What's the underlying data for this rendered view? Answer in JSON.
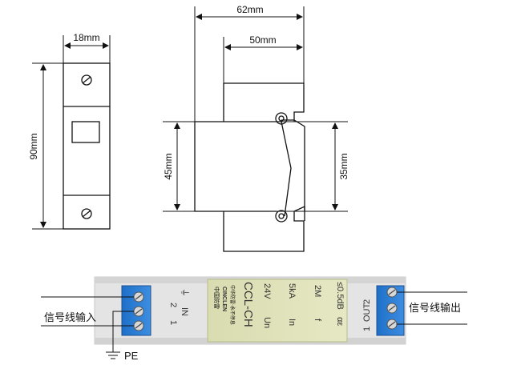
{
  "dims": {
    "width_top": "18mm",
    "height": "90mm",
    "depth_total": "62mm",
    "depth_inner": "50mm",
    "rail_outer": "45mm",
    "rail_inner": "35mm"
  },
  "device": {
    "brand_cn": "中国防雷",
    "brand_en": "CINCLEN",
    "slogan_cn": "中华防雷·永不停息",
    "model": "CCL-CH",
    "specs": [
      {
        "label": "Un",
        "value": "24V"
      },
      {
        "label": "In",
        "value": "5kA"
      },
      {
        "label": "f",
        "value": "2M"
      },
      {
        "label": "αε",
        "value": "≤0.5dB"
      }
    ],
    "left_port": {
      "num1": "1",
      "num2": "2",
      "ground_symbol": "⏚",
      "name": "IN"
    },
    "right_port": {
      "num1": "1",
      "num2": "2",
      "name": "OUT"
    }
  },
  "labels": {
    "signal_in": "信号线输入",
    "signal_out": "信号线输出",
    "pe": "PE"
  }
}
